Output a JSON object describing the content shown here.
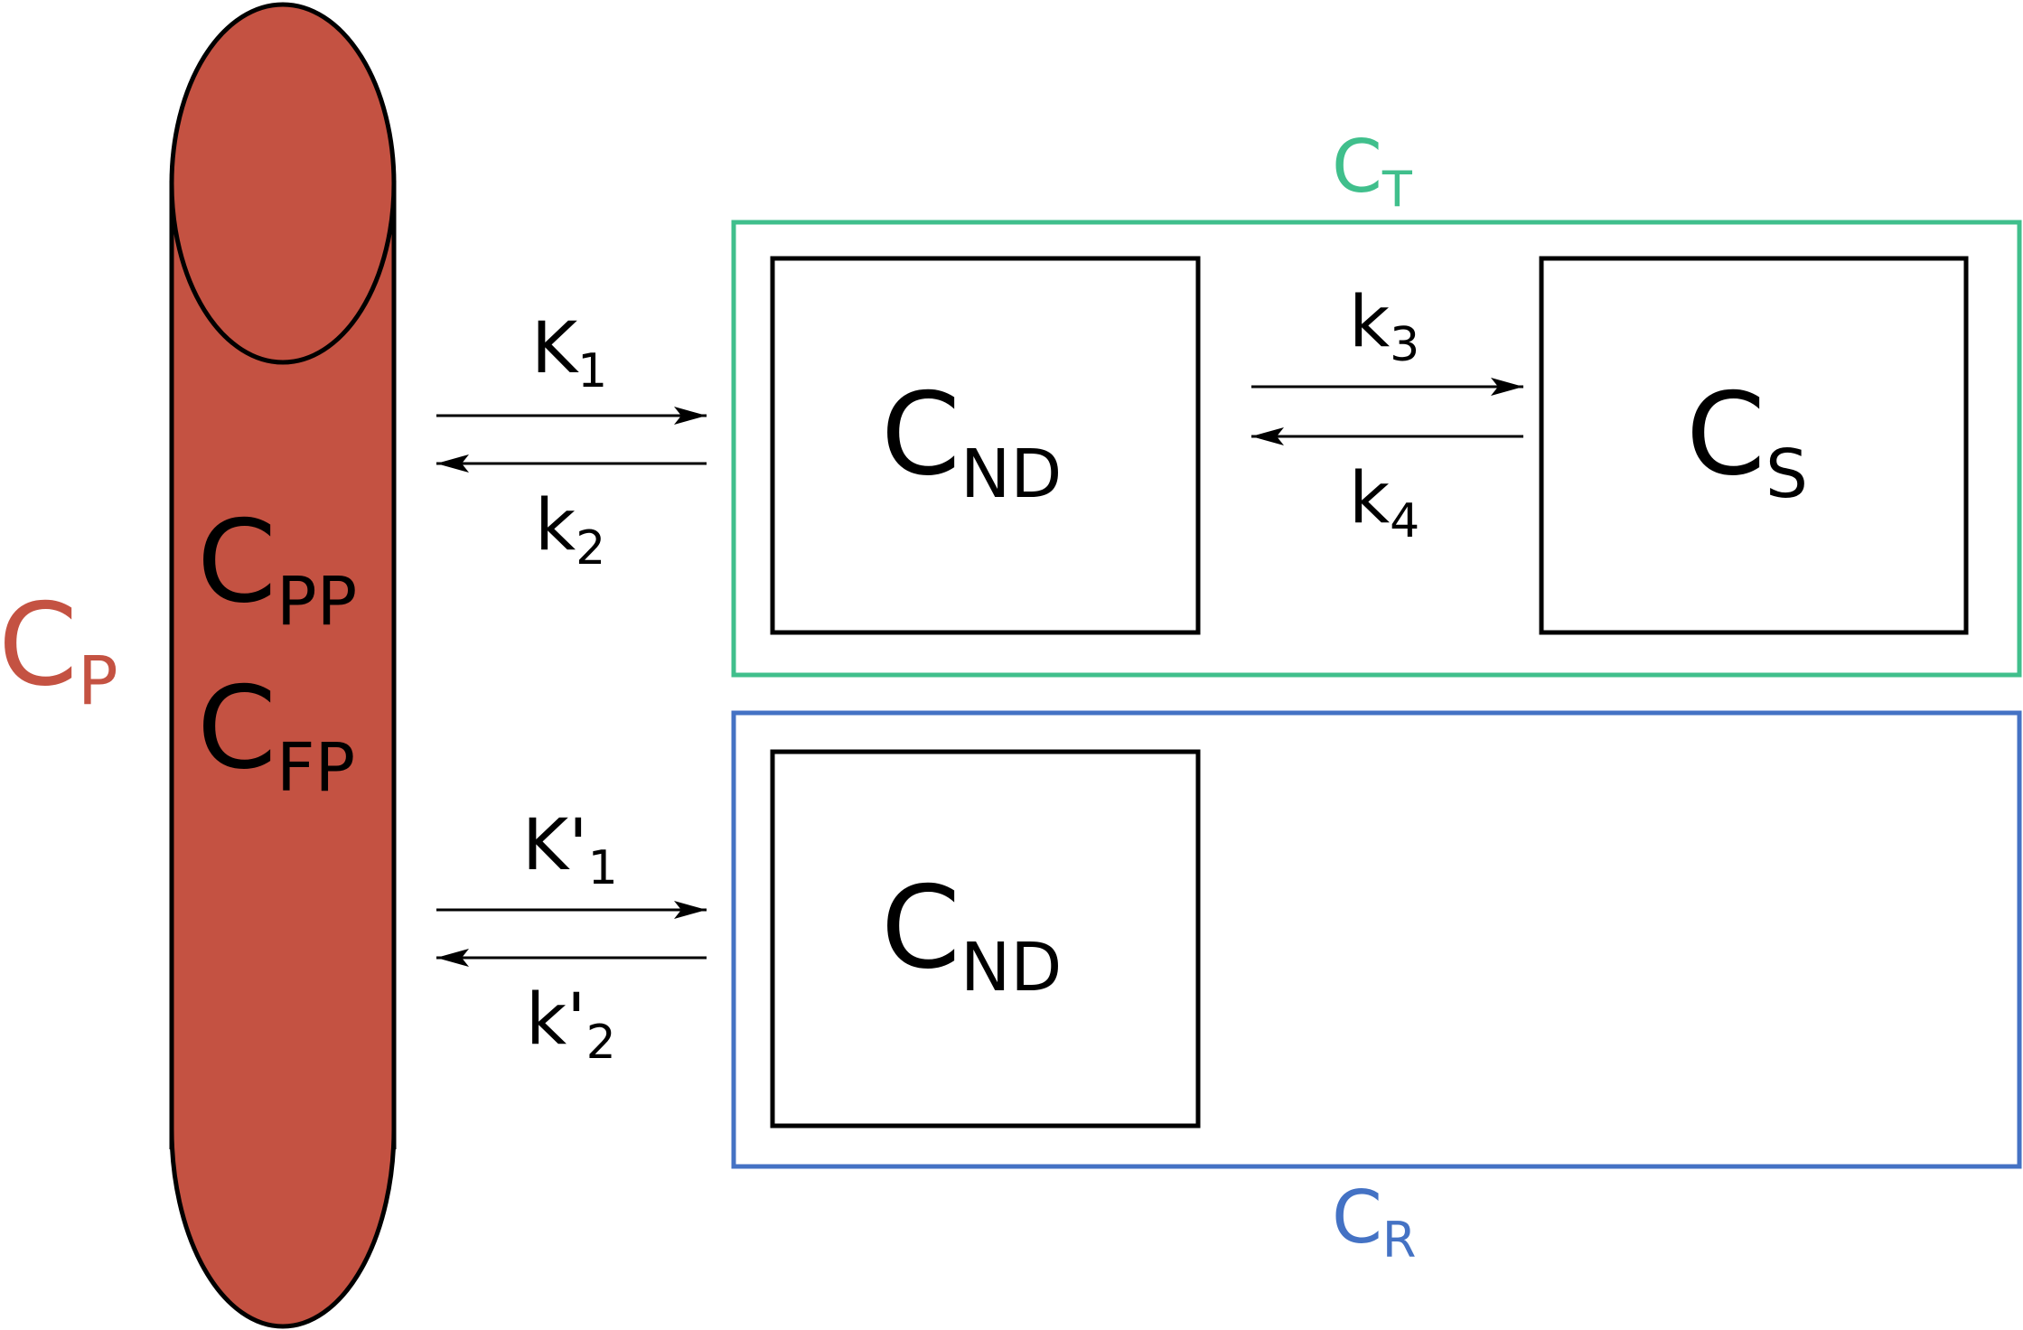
{
  "labels": {
    "cp": {
      "main": "C",
      "sub": "P"
    },
    "cpp": {
      "main": "C",
      "sub": "PP"
    },
    "cfp": {
      "main": "C",
      "sub": "FP"
    },
    "ct": {
      "main": "C",
      "sub": "T"
    },
    "cr": {
      "main": "C",
      "sub": "R"
    },
    "cnd_target": {
      "main": "C",
      "sub": "ND"
    },
    "cs": {
      "main": "C",
      "sub": "S"
    },
    "cnd_reference": {
      "main": "C",
      "sub": "ND"
    }
  },
  "rates": {
    "K1": {
      "main": "K",
      "sub": "1"
    },
    "k2": {
      "main": "k",
      "sub": "2"
    },
    "k3": {
      "main": "k",
      "sub": "3"
    },
    "k4": {
      "main": "k",
      "sub": "4"
    },
    "K1_prime": {
      "main": "K'",
      "sub": "1"
    },
    "k2_prime": {
      "main": "k'",
      "sub": "2"
    }
  },
  "colors": {
    "plasma": "#c45242",
    "target": "#40bf8c",
    "reference": "#4472c4",
    "outline": "#000000"
  }
}
